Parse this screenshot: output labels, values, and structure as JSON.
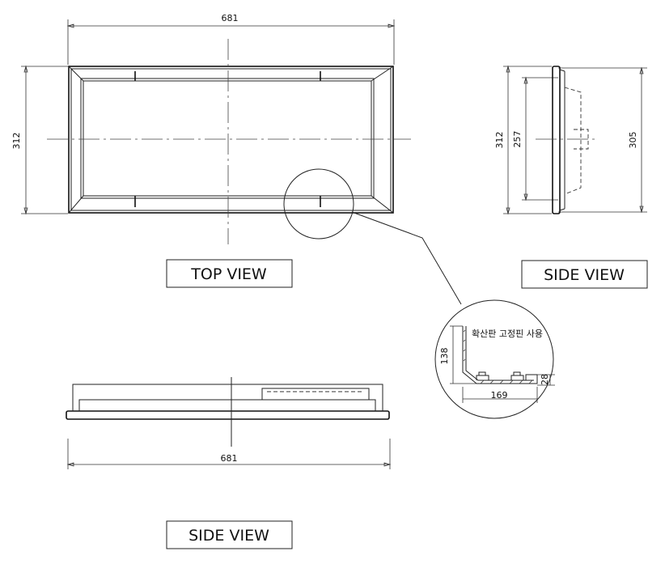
{
  "views": {
    "top": {
      "label": "TOP VIEW"
    },
    "side_right": {
      "label": "SIDE VIEW"
    },
    "side_bottom": {
      "label": "SIDE VIEW"
    }
  },
  "dimensions": {
    "top_width": "681",
    "top_height": "312",
    "side_overall": "312",
    "side_inner": "257",
    "side_depth": "305",
    "bottom_width": "681",
    "detail_height": "138",
    "detail_width": "169",
    "detail_lip": "28"
  },
  "detail": {
    "note": "확산판 고정핀 사용"
  }
}
